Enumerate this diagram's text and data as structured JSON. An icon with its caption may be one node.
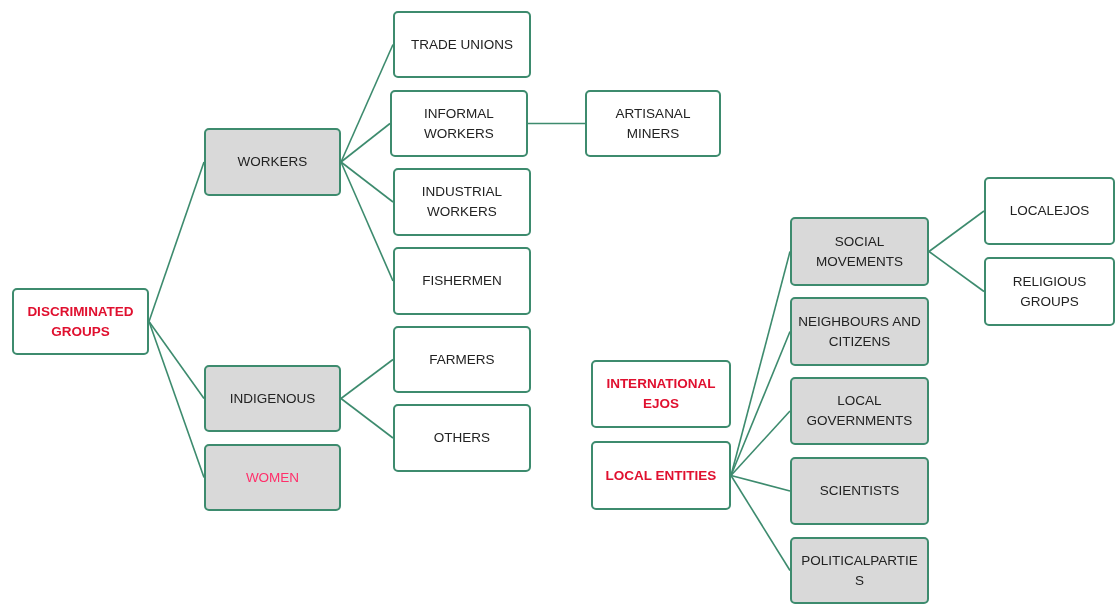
{
  "diagram": {
    "nodes": [
      {
        "text": [
          "DISCRIMINATED GROUPS"
        ]
      },
      {
        "text": [
          "WORKERS"
        ]
      },
      {
        "text": [
          "TRADE UNIONS"
        ]
      },
      {
        "text": [
          "INFORMAL WORKERS"
        ]
      },
      {
        "text": [
          "ARTISANAL MINERS"
        ]
      },
      {
        "text": [
          "INDUSTRIAL WORKERS"
        ]
      },
      {
        "text": [
          "FISHERMEN"
        ]
      },
      {
        "text": [
          "INDIGENOUS"
        ]
      },
      {
        "text": [
          "FARMERS"
        ]
      },
      {
        "text": [
          "OTHERS"
        ]
      },
      {
        "text": [
          "WOMEN"
        ]
      },
      {
        "text": [
          "SOCIAL MOVEMENTS"
        ]
      },
      {
        "text": [
          "LOCALEJOS"
        ]
      },
      {
        "text": [
          "RELIGIOUS GROUPS"
        ]
      },
      {
        "text": [
          "NEIGHBOURS AND CITIZENS"
        ]
      },
      {
        "text": [
          "INTERNATIONAL EJOS"
        ]
      },
      {
        "text": [
          "LOCAL ENTITIES"
        ]
      },
      {
        "text": [
          "LOCAL GOVERNMENTS"
        ]
      },
      {
        "text": [
          "SCIENTISTS"
        ]
      },
      {
        "text": [
          "POLITICALPARTIES"
        ]
      }
    ],
    "edges": [
      {
        "from": 0,
        "to": 1,
        "arrow": "none"
      },
      {
        "from": 0,
        "to": 7,
        "arrow": "none"
      },
      {
        "from": 0,
        "to": 10,
        "arrow": "none"
      },
      {
        "from": 1,
        "to": 2,
        "arrow": "none"
      },
      {
        "from": 1,
        "to": 3,
        "arrow": "none"
      },
      {
        "from": 1,
        "to": 5,
        "arrow": "none"
      },
      {
        "from": 1,
        "to": 6,
        "arrow": "none"
      },
      {
        "from": 3,
        "to": 4,
        "arrow": "none"
      },
      {
        "from": 7,
        "to": 8,
        "arrow": "none"
      },
      {
        "from": 7,
        "to": 9,
        "arrow": "none"
      },
      {
        "from": 11,
        "to": 12,
        "arrow": "none"
      },
      {
        "from": 11,
        "to": 13,
        "arrow": "none"
      },
      {
        "from": 16,
        "to": 11,
        "arrow": "none"
      },
      {
        "from": 16,
        "to": 14,
        "arrow": "none"
      },
      {
        "from": 16,
        "to": 17,
        "arrow": "none"
      },
      {
        "from": 16,
        "to": 18,
        "arrow": "none"
      },
      {
        "from": 16,
        "to": 19,
        "arrow": "none"
      }
    ]
  }
}
